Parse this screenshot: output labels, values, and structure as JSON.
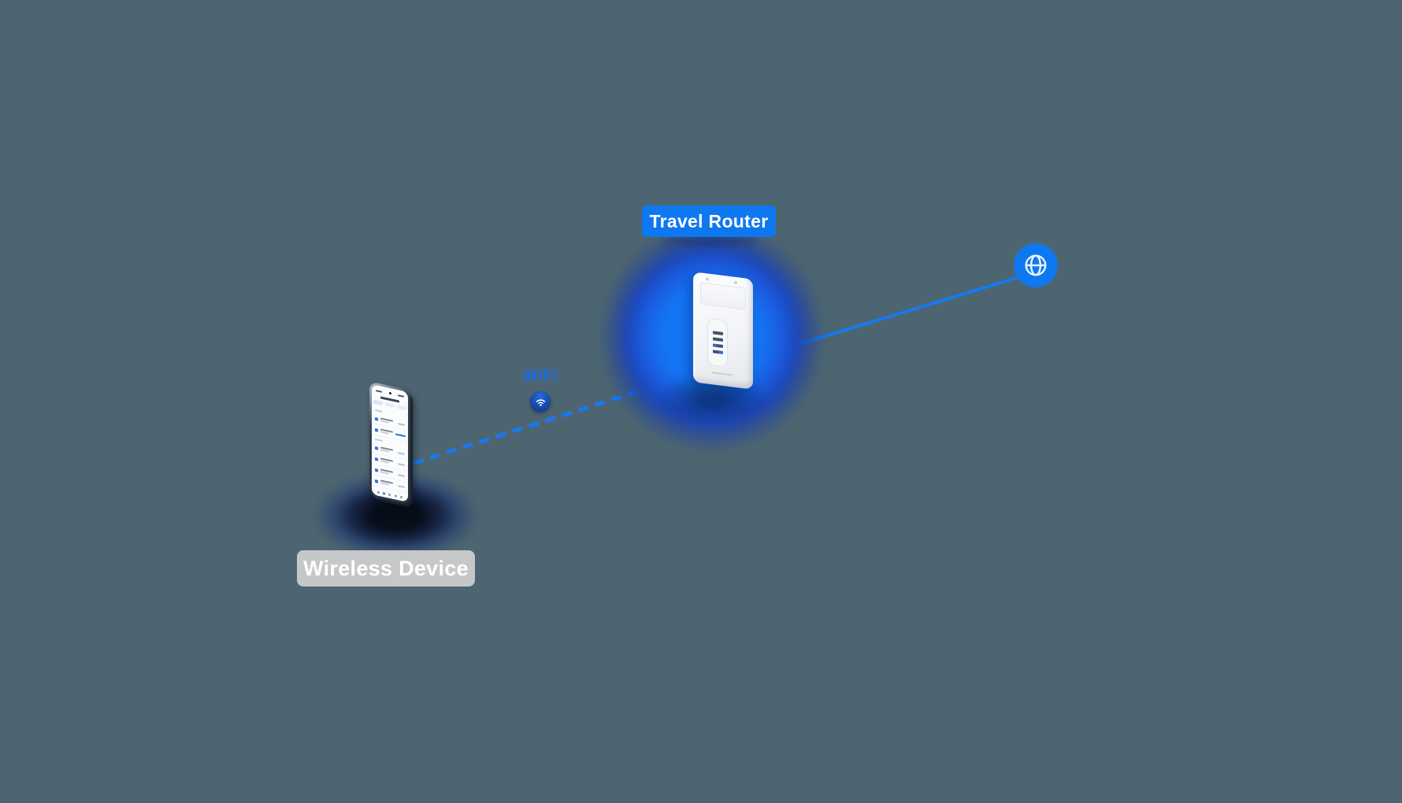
{
  "canvas": {
    "background_color": "#4D6570"
  },
  "nodes": {
    "travel_router": {
      "label": "Travel Router",
      "badge_color": "#0E78F0",
      "text_color": "#FFFFFF",
      "glow_color": "#1474F2"
    },
    "wireless_device": {
      "label": "Wireless Device",
      "badge_color": "#C5C7C9",
      "text_color": "#FFFFFF"
    },
    "internet": {
      "icon": "globe-icon",
      "circle_color": "#0E78F0",
      "icon_color": "#EAF1FC"
    }
  },
  "connections": {
    "wifi_link": {
      "label": "WiFi",
      "label_color": "#1B6BE4",
      "style": "dashed",
      "color": "#1778F2",
      "icon": "wifi-icon",
      "from": "wireless_device",
      "to": "travel_router"
    },
    "internet_link": {
      "style": "solid",
      "color": "#1778F2",
      "from": "travel_router",
      "to": "internet"
    }
  }
}
